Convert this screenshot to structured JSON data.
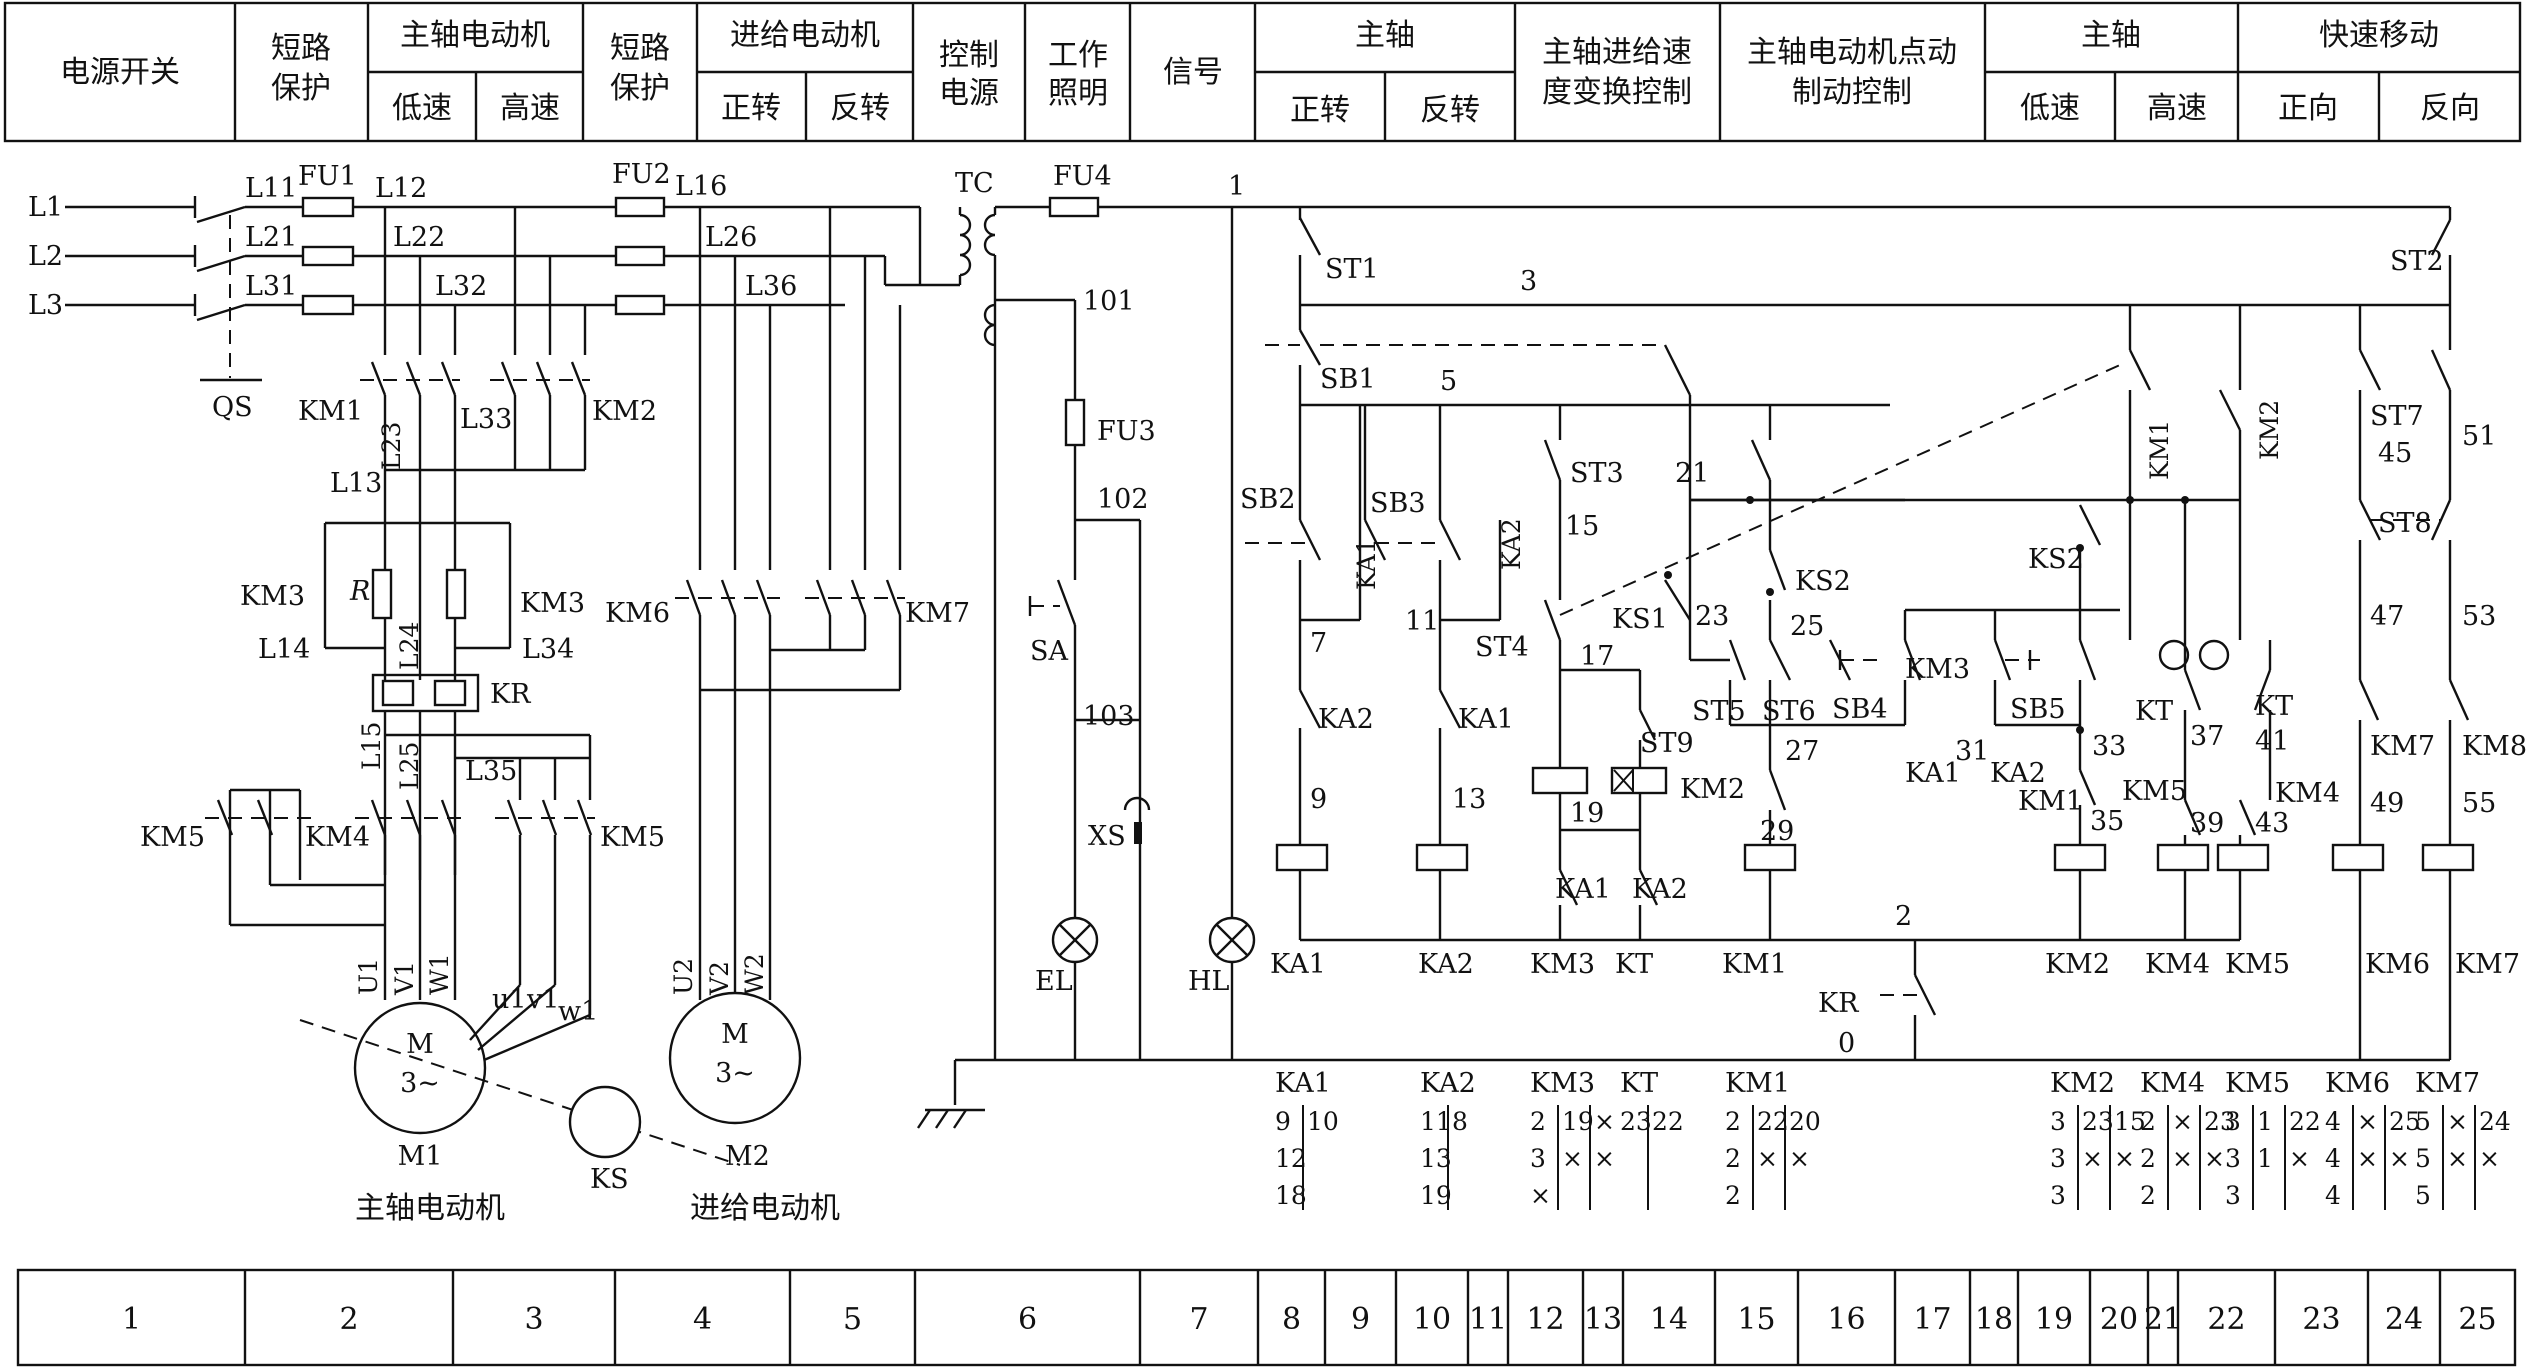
{
  "header": {
    "c1": "电源开关",
    "c2a": "短路",
    "c2b": "保护",
    "c3": "主轴电动机",
    "c3a": "低速",
    "c3b": "高速",
    "c4a": "短路",
    "c4b": "保护",
    "c5": "进给电动机",
    "c5a": "正转",
    "c5b": "反转",
    "c6a": "控制",
    "c6b": "电源",
    "c7a": "工作",
    "c7b": "照明",
    "c8": "信号",
    "c9": "主轴",
    "c9a": "正转",
    "c9b": "反转",
    "c10a": "主轴进给速",
    "c10b": "度变换控制",
    "c11a": "主轴电动机点动",
    "c11b": "制动控制",
    "c12": "主轴",
    "c12a": "低速",
    "c12b": "高速",
    "c13": "快速移动",
    "c13a": "正向",
    "c13b": "反向"
  },
  "footer": [
    "1",
    "2",
    "3",
    "4",
    "5",
    "6",
    "7",
    "8",
    "9",
    "10",
    "11",
    "12",
    "13",
    "14",
    "15",
    "16",
    "17",
    "18",
    "19",
    "20",
    "21",
    "22",
    "23",
    "24",
    "25"
  ],
  "power": {
    "L1": "L1",
    "L2": "L2",
    "L3": "L3",
    "QS": "QS",
    "L11": "L11",
    "L21": "L21",
    "L31": "L31",
    "FU1": "FU1",
    "FU2": "FU2",
    "FU3": "FU3",
    "FU4": "FU4",
    "L12": "L12",
    "L22": "L22",
    "L32": "L32",
    "L16": "L16",
    "L26": "L26",
    "L36": "L36",
    "KM1": "KM1",
    "KM2": "KM2",
    "L23": "L23",
    "L33": "L33",
    "L13": "L13",
    "KM3a": "KM3",
    "KM3b": "KM3",
    "R": "R",
    "L14": "L14",
    "L34": "L34",
    "L24": "L24",
    "KR": "KR",
    "L15": "L15",
    "L25": "L25",
    "L35": "L35",
    "KM5a": "KM5",
    "KM4": "KM4",
    "KM5b": "KM5",
    "KM6": "KM6",
    "KM7": "KM7",
    "U1": "U1",
    "V1": "V1",
    "W1": "W1",
    "u1": "u1",
    "v1": "v1",
    "w1": "w1",
    "U2": "U2",
    "V2": "V2",
    "W2": "W2",
    "M": "M",
    "M2sym": "M",
    "three": "3~",
    "three2": "3~",
    "M1": "M1",
    "M2": "M2",
    "KS": "KS",
    "motor1": "主轴电动机",
    "motor2": "进给电动机",
    "TC": "TC",
    "n101": "101",
    "n102": "102",
    "n103": "103",
    "SA": "SA",
    "XS": "XS",
    "EL": "EL",
    "HL": "HL",
    "n1": "1"
  },
  "control": {
    "ST1": "ST1",
    "ST2": "ST2",
    "n3": "3",
    "SB1": "SB1",
    "n5": "5",
    "SB2": "SB2",
    "SB3": "SB3",
    "KA1a": "KA1",
    "KA2a": "KA2",
    "n7": "7",
    "n11": "11",
    "ST4": "ST4",
    "KA2b": "KA2",
    "KA1b": "KA1",
    "n9": "9",
    "n13": "13",
    "ST3": "ST3",
    "n15": "15",
    "n21": "21",
    "KS1": "KS1",
    "n23": "23",
    "KS2a": "KS2",
    "n25": "25",
    "n17": "17",
    "ST5": "ST5",
    "ST6": "ST6",
    "SB4": "SB4",
    "KM3": "KM3",
    "SB5": "SB5",
    "KS2b": "KS2",
    "ST9": "ST9",
    "n19": "19",
    "n27": "27",
    "KM2a": "KM2",
    "n29": "29",
    "KA1c": "KA1",
    "KA2c": "KA2",
    "n31": "31",
    "KA1d": "KA1",
    "KA2d": "KA2",
    "KM1a": "KM1",
    "n33": "33",
    "n35": "35",
    "KM1b": "KM1",
    "KM2b": "KM2",
    "KT": "KT",
    "KT2": "KT",
    "n37": "37",
    "n41": "41",
    "KM5": "KM5",
    "KM4": "KM4",
    "n39": "39",
    "n43": "43",
    "ST7": "ST7",
    "n45": "45",
    "n51": "51",
    "ST8": "ST8",
    "n47": "47",
    "n53": "53",
    "KM7": "KM7",
    "KM8": "KM8",
    "n49": "49",
    "n55": "55",
    "coil_KA1": "KA1",
    "coil_KA2": "KA2",
    "coil_KM3": "KM3",
    "coil_KT": "KT",
    "coil_KM1": "KM1",
    "n2": "2",
    "coil_KM2": "KM2",
    "coil_KM4": "KM4",
    "coil_KM5": "KM5",
    "coil_KM6": "KM6",
    "coil_KM7": "KM7",
    "KRc": "KR",
    "n0": "0"
  },
  "tables": {
    "KA1": {
      "title": "KA1",
      "rows": [
        [
          "9",
          "10"
        ],
        [
          "12",
          ""
        ],
        [
          "18",
          ""
        ]
      ]
    },
    "KA2": {
      "title": "KA2",
      "rows": [
        [
          "11",
          "8"
        ],
        [
          "13",
          ""
        ],
        [
          "19",
          ""
        ]
      ]
    },
    "KM3": {
      "title": "KM3",
      "rows": [
        [
          "2",
          "19",
          "×"
        ],
        [
          "3",
          "×",
          "×"
        ],
        [
          "×",
          "",
          ""
        ]
      ]
    },
    "KT": {
      "title": "KT",
      "rows": [
        [
          "23",
          "22"
        ]
      ]
    },
    "KM1": {
      "title": "KM1",
      "rows": [
        [
          "2",
          "22",
          "20"
        ],
        [
          "2",
          "×",
          "×"
        ],
        [
          "2",
          "",
          ""
        ]
      ]
    },
    "KM2": {
      "title": "KM2",
      "rows": [
        [
          "3",
          "23",
          "15"
        ],
        [
          "3",
          "×",
          "×"
        ],
        [
          "3",
          "",
          ""
        ]
      ]
    },
    "KM4": {
      "title": "KM4",
      "rows": [
        [
          "2",
          "×",
          "23"
        ],
        [
          "2",
          "×",
          "×"
        ],
        [
          "2",
          "",
          ""
        ]
      ]
    },
    "KM5": {
      "title": "KM5",
      "rows": [
        [
          "3",
          "1",
          "22"
        ],
        [
          "3",
          "1",
          "×"
        ],
        [
          "3",
          "",
          ""
        ]
      ]
    },
    "KM6": {
      "title": "KM6",
      "rows": [
        [
          "4",
          "×",
          "25"
        ],
        [
          "4",
          "×",
          "×"
        ],
        [
          "4",
          "",
          ""
        ]
      ]
    },
    "KM7": {
      "title": "KM7",
      "rows": [
        [
          "5",
          "×",
          "24"
        ],
        [
          "5",
          "×",
          "×"
        ],
        [
          "5",
          "",
          ""
        ]
      ]
    }
  }
}
